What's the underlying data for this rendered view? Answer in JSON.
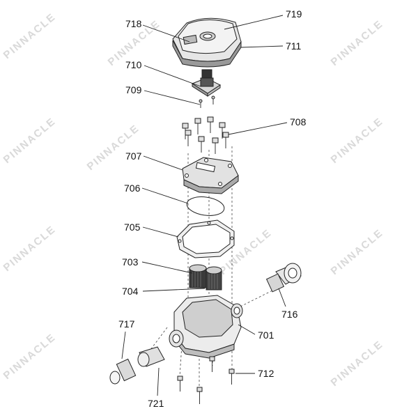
{
  "watermark": {
    "text": "PINNACLE"
  },
  "labels": {
    "p718": "718",
    "p719": "719",
    "p711": "711",
    "p710": "710",
    "p709": "709",
    "p708": "708",
    "p707": "707",
    "p706": "706",
    "p705": "705",
    "p703": "703",
    "p704": "704",
    "p716": "716",
    "p701": "701",
    "p717": "717",
    "p712": "712",
    "p721": "721"
  }
}
